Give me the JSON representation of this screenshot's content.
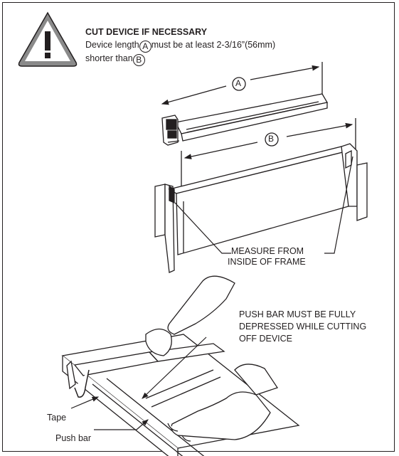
{
  "warning": {
    "title": "CUT DEVICE IF NECESSARY",
    "line1_pre": "Device length",
    "line1_post": "must be at least 2-3/16”(56mm)",
    "line2_pre": "shorter than",
    "label_a": "A",
    "label_b": "B"
  },
  "diagram": {
    "dim_a": "A",
    "dim_b": "B",
    "measure_line1": "MEASURE FROM",
    "measure_line2": "INSIDE OF FRAME",
    "cut_note_line1": "PUSH BAR MUST  BE FULLY",
    "cut_note_line2": "DEPRESSED WHILE CUTTING",
    "cut_note_line3": "OFF DEVICE",
    "tape_label": "Tape",
    "pushbar_label": "Push bar"
  },
  "colors": {
    "ink": "#231f20",
    "warning_grey": "#8a8a8a"
  }
}
